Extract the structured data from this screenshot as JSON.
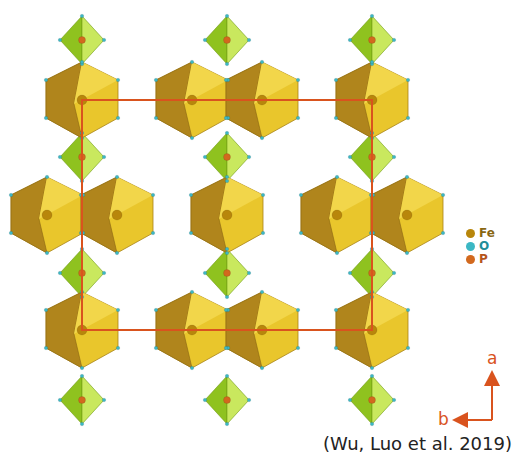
{
  "diagram": {
    "caption": "(Wu, Luo et al. 2019)",
    "labels": [
      "a",
      "b"
    ],
    "legend": [
      {
        "text": "Fe",
        "color": "#b8860b"
      },
      {
        "text": "O",
        "color": "#3bb7c4"
      },
      {
        "text": "P",
        "color": "#d2691e"
      }
    ]
  }
}
